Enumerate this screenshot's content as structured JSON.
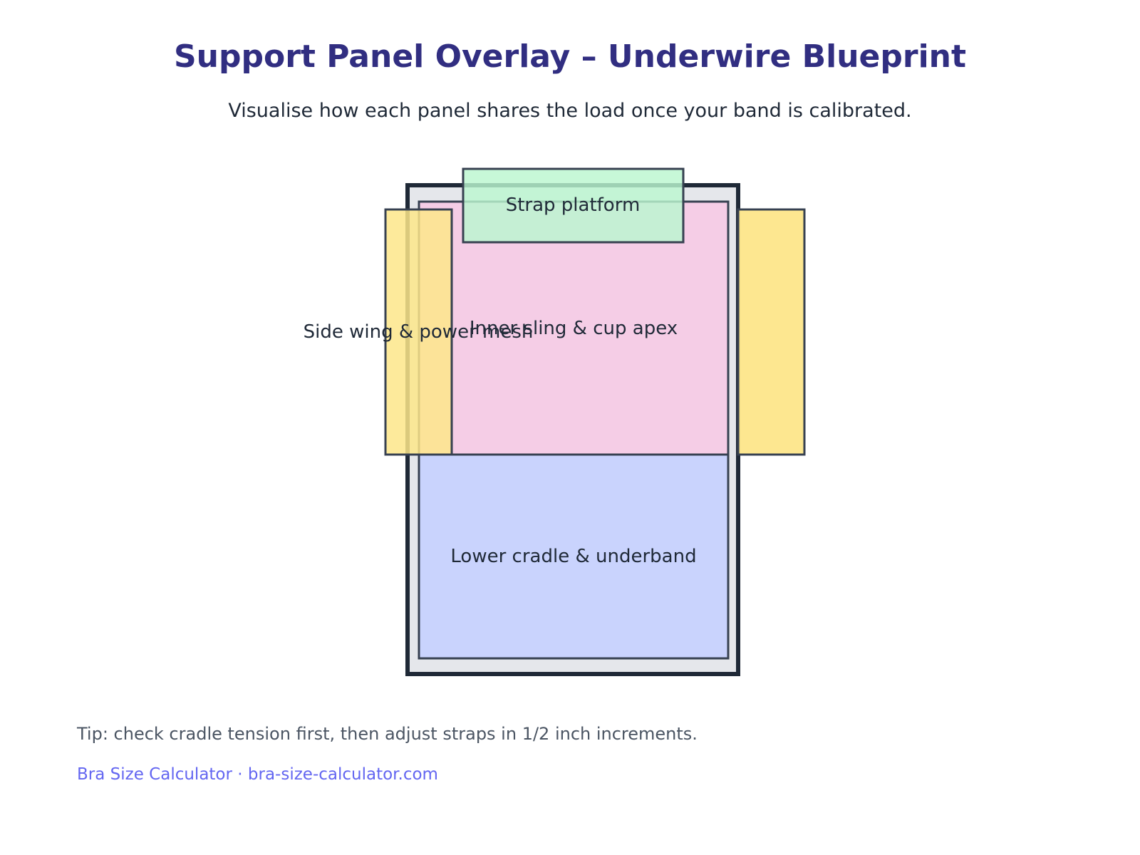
{
  "header": {
    "title": "Support Panel Overlay – Underwire Blueprint",
    "subtitle": "Visualise how each panel shares the load once your band is calibrated."
  },
  "diagram": {
    "panels": {
      "strap_platform": {
        "label": "Strap platform",
        "color": "#bbf7d0"
      },
      "inner_sling": {
        "label": "Inner sling & cup apex",
        "color": "#f5cbe6"
      },
      "side_wing": {
        "label": "Side wing & power mesh",
        "color": "#fde68a"
      },
      "lower_cradle": {
        "label": "Lower cradle & underband",
        "color": "#c7d2fe"
      }
    },
    "frame_color": "#1f2937"
  },
  "footer": {
    "tip": "Tip: check cradle tension first, then adjust straps in 1/2 inch increments.",
    "brand": "Bra Size Calculator · bra-size-calculator.com"
  }
}
